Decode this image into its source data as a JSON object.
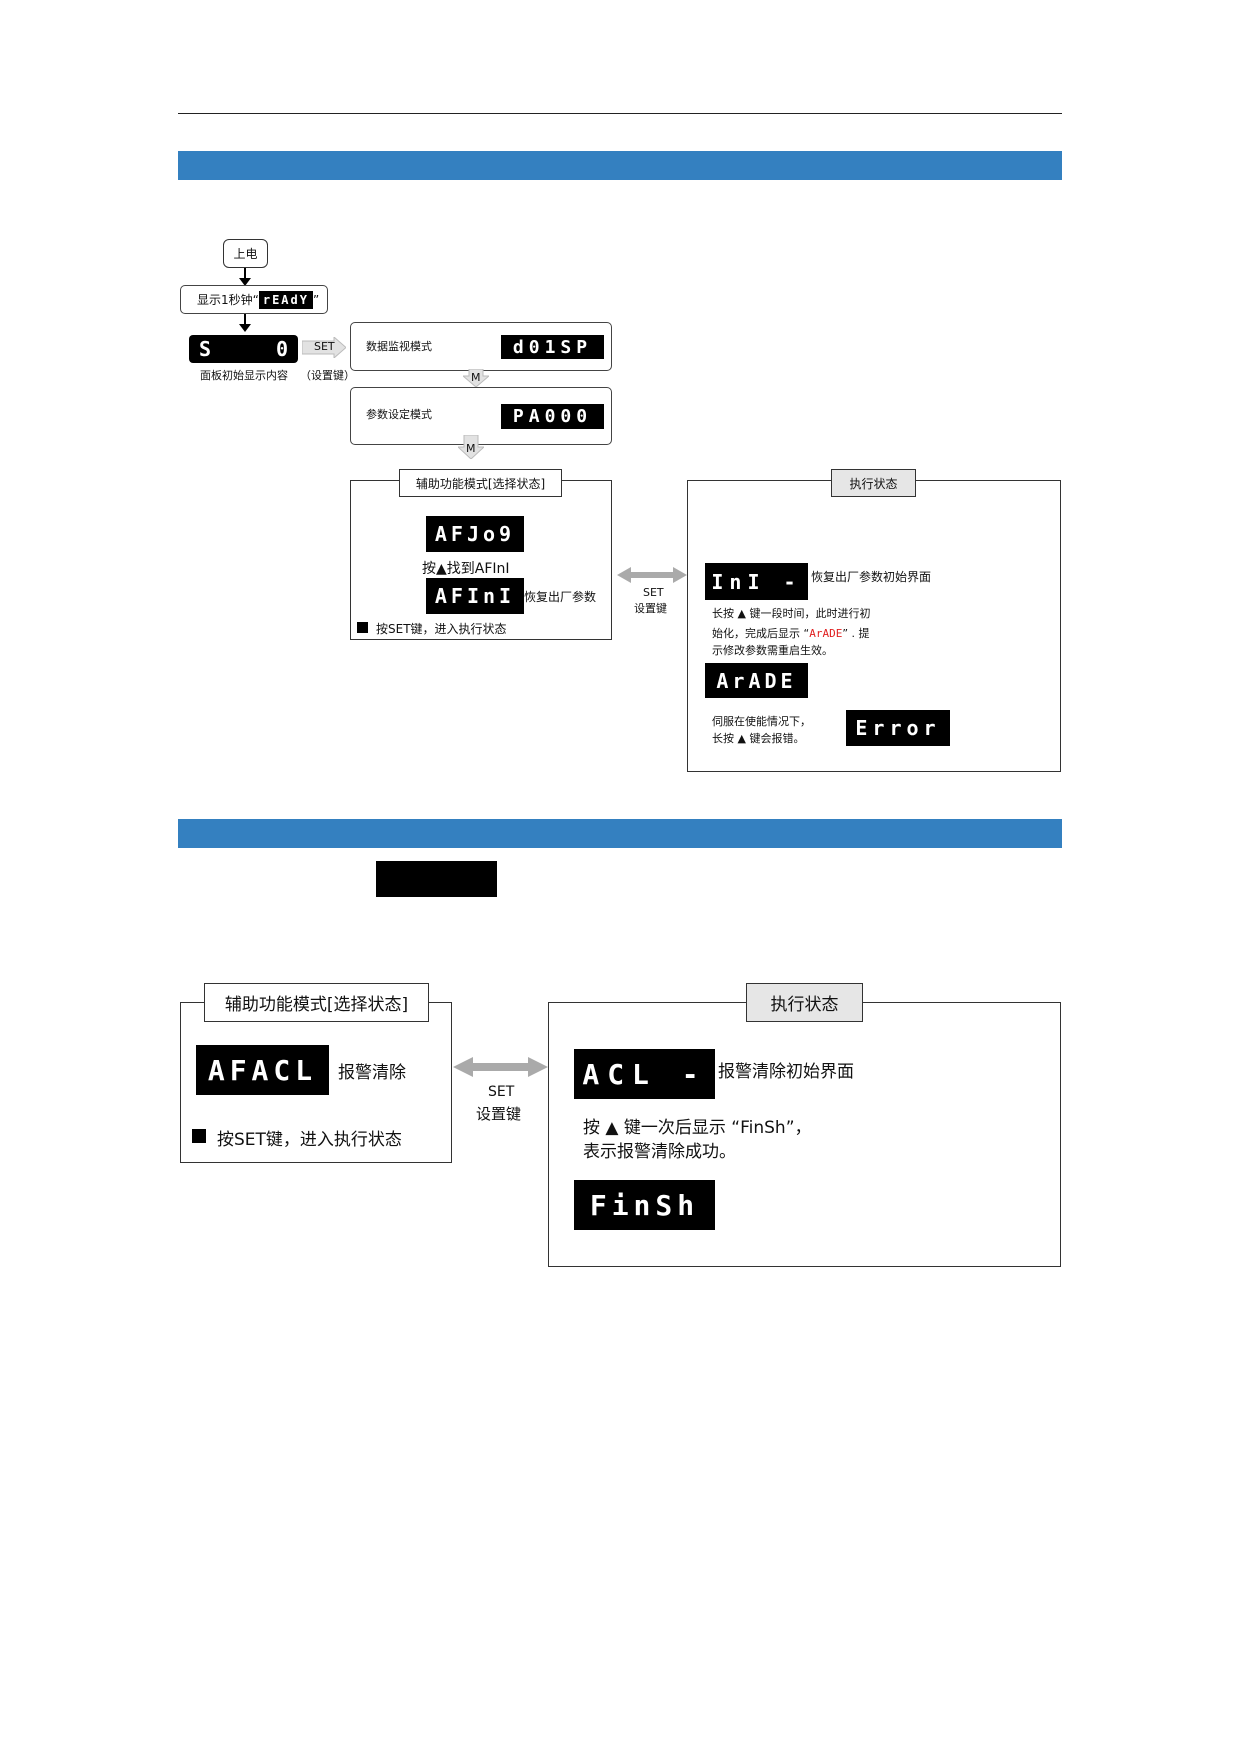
{
  "top_flow": {
    "power_on": "上电",
    "show_ready_prefix": "显示1秒钟“",
    "ready_display": "rEAdY",
    "show_ready_suffix": "”",
    "initial_display_left": "S",
    "initial_display_right": "0",
    "initial_caption": "面板初始显示内容",
    "set_arrow_label": "SET",
    "set_key_caption": "（设置键）",
    "monitor_mode_label": "数据监视模式",
    "monitor_display": "d01SP",
    "m_label_1": "M",
    "param_mode_label": "参数设定模式",
    "param_display": "PA000",
    "m_label_2": "M",
    "aux_title": "辅助功能模式[选择状态]",
    "afjog_display": "AFJo9",
    "press_up_text": "按▲找到AFInI",
    "afini_display": "AFInI",
    "afini_label": "恢复出厂参数",
    "press_set_text": "按SET键，进入执行状态",
    "set_arrow_text": "SET",
    "set_arrow_sub": "设置键",
    "exec_title": "执行状态",
    "ini_display": "InI -",
    "ini_label": "恢复出厂参数初始界面",
    "desc_line1": "长按 ▲ 键一段时间，此时进行初",
    "desc_line2_pre": "始化，完成后显示 “",
    "desc_line2_red": "ArADE",
    "desc_line2_post": "” . 提",
    "desc_line3": "示修改参数需重启生效。",
    "arade_display": "ArADE",
    "error_line1": "伺服在使能情况下，",
    "error_line2": "长按 ▲ 键会报错。",
    "error_display": "Error"
  },
  "bottom_flow": {
    "aux_title": "辅助功能模式[选择状态]",
    "afacl_display": "AFACL",
    "afacl_label": "报警清除",
    "press_set_text": "按SET键，进入执行状态",
    "set_arrow_text": "SET",
    "set_arrow_sub": "设置键",
    "exec_title": "执行状态",
    "acl_display": "ACL -",
    "acl_label": "报警清除初始界面",
    "desc_line1": "按 ▲ 键一次后显示 “FinSh”，",
    "desc_line2": "表示报警清除成功。",
    "finsh_display": "FinSh"
  },
  "colors": {
    "section_bar": "#3480c0",
    "highlight_red": "#e02020"
  }
}
